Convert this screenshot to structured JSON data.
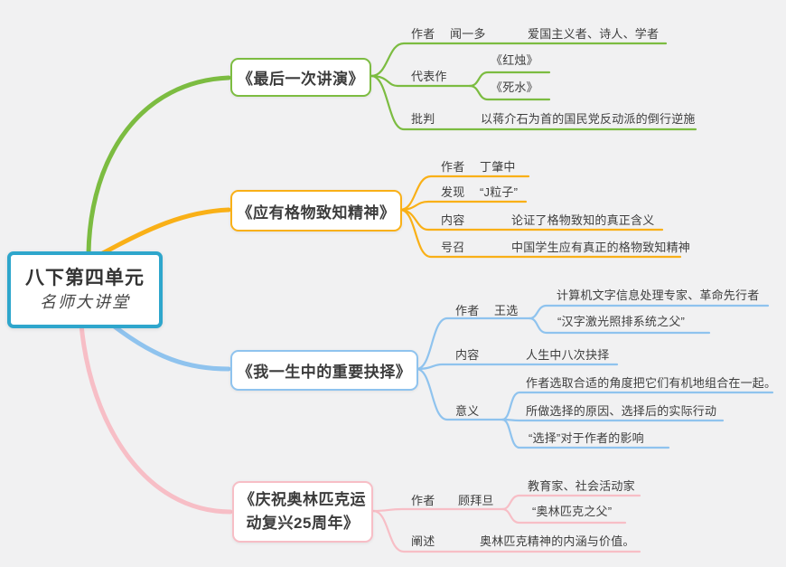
{
  "colors": {
    "background": "#f1f1f2",
    "root_border": "#2ea6cc",
    "branch1": "#7cbc41",
    "branch2": "#f9b017",
    "branch3": "#8fc3ee",
    "branch4": "#f7bec6",
    "text": "#3e3e3e"
  },
  "root": {
    "title": "八下第四单元",
    "subtitle": "名师大讲堂"
  },
  "branch1": {
    "topic": "《最后一次讲演》",
    "author_label": "作者",
    "author": "闻一多",
    "author_desc": "爱国主义者、诗人、学者",
    "works_label": "代表作",
    "work1": "《红烛》",
    "work2": "《死水》",
    "critic_label": "批判",
    "critic": "以蒋介石为首的国民党反动派的倒行逆施"
  },
  "branch2": {
    "topic": "《应有格物致知精神》",
    "author_label": "作者",
    "author": "丁肇中",
    "discover_label": "发现",
    "discover": "“J粒子”",
    "content_label": "内容",
    "content": "论证了格物致知的真正含义",
    "call_label": "号召",
    "call": "中国学生应有真正的格物致知精神"
  },
  "branch3": {
    "topic": "《我一生中的重要抉择》",
    "author_label": "作者",
    "author": "王选",
    "author_desc1": "计算机文字信息处理专家、革命先行者",
    "author_desc2": "“汉字激光照排系统之父”",
    "content_label": "内容",
    "content": "人生中八次抉择",
    "meaning_label": "意义",
    "meaning1": "作者选取合适的角度把它们有机地组合在一起。",
    "meaning2": "所做选择的原因、选择后的实际行动",
    "meaning3": "“选择”对于作者的影响"
  },
  "branch4": {
    "topic_line1": "《庆祝奥林匹克运",
    "topic_line2": "动复兴25周年》",
    "author_label": "作者",
    "author": "顾拜旦",
    "author_desc1": "教育家、社会活动家",
    "author_desc2": "“奥林匹克之父”",
    "explain_label": "阐述",
    "explain": "奥林匹克精神的内涵与价值。"
  }
}
